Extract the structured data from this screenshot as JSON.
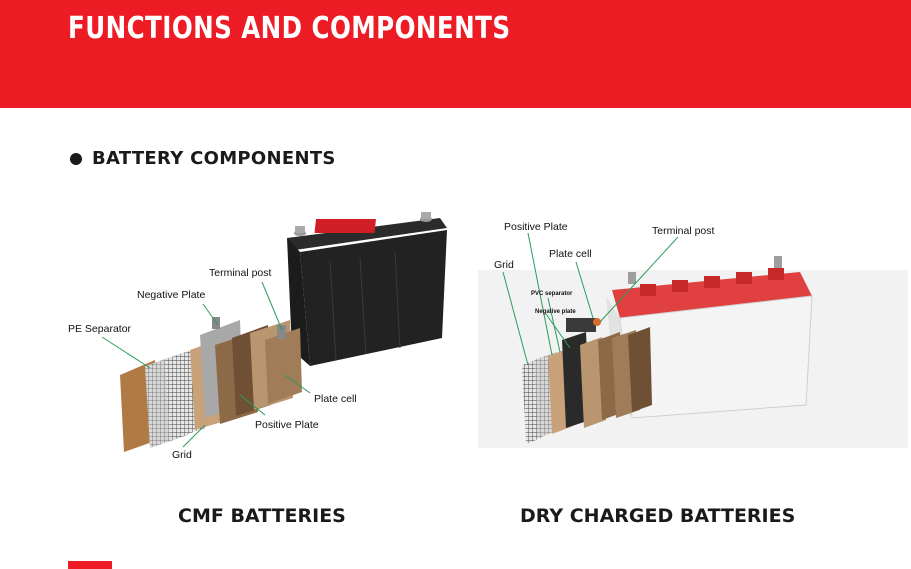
{
  "header": {
    "title": "FUNCTIONS AND COMPONENTS"
  },
  "section": {
    "title": "BATTERY COMPONENTS"
  },
  "cmf": {
    "caption": "CMF BATTERIES",
    "labels": {
      "terminal_post": "Terminal post",
      "negative_plate": "Negative Plate",
      "pe_separator": "PE Separator",
      "plate_cell": "Plate cell",
      "positive_plate": "Positive Plate",
      "grid": "Grid"
    }
  },
  "dry": {
    "caption": "DRY CHARGED BATTERIES",
    "labels": {
      "positive_plate": "Positive Plate",
      "terminal_post": "Terminal post",
      "plate_cell": "Plate cell",
      "grid": "Grid",
      "pvc_separator": "PVC separator",
      "negative_plate": "Negative plate"
    }
  },
  "colors": {
    "brand_red": "#ed1c24",
    "text_dark": "#1a1a1a"
  }
}
